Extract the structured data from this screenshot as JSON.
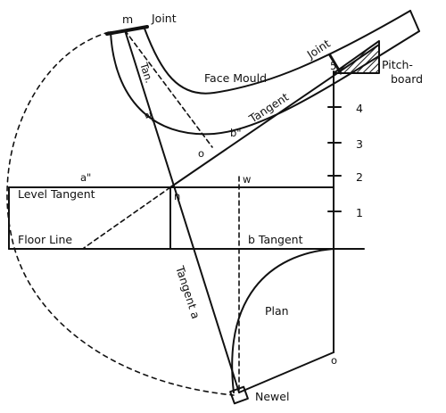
{
  "diagram": {
    "labels": {
      "joint_top": "Joint",
      "m": "m",
      "face_mould": "Face Mould",
      "tan": "Tan.",
      "a_double_prime_upper": "a\"",
      "tangent_upper": "Tangent",
      "b_double_prime": "b\"",
      "o_upper": "o",
      "joint_right": "Joint",
      "five": "5",
      "pitchboard_line1": "Pitch-",
      "pitchboard_line2": "board",
      "four": "4",
      "three": "3",
      "two": "2",
      "one": "1",
      "a_double_prime_left": "a\"",
      "w": "w",
      "n": "n",
      "level_tangent": "Level Tangent",
      "floor_line": "Floor Line",
      "b_tangent": "b Tangent",
      "tangent_a": "Tangent a",
      "plan": "Plan",
      "o_lower": "o",
      "newel": "Newel"
    },
    "colors": {
      "ink": "#111111",
      "paper": "#ffffff"
    }
  }
}
